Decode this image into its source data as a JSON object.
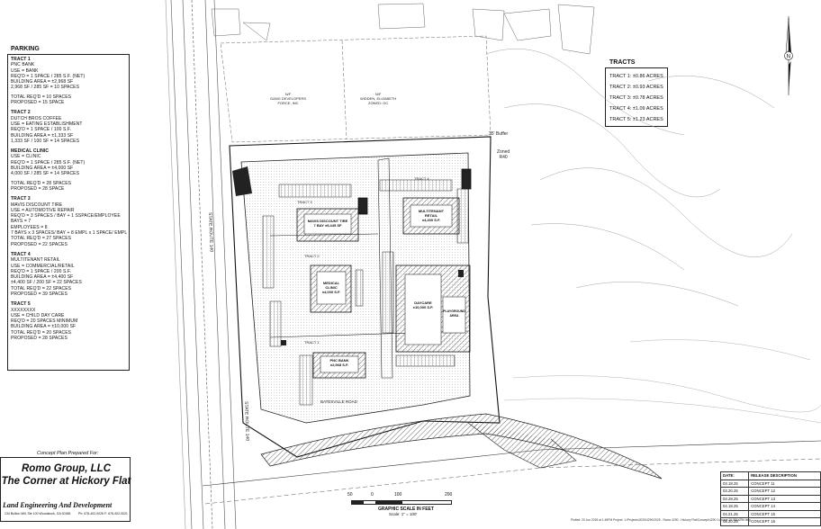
{
  "parking": {
    "title": "PARKING",
    "sections": [
      {
        "lines": [
          "TRACT 1",
          "PNC BANK",
          "USE = BANK",
          "REQ'D = 1 SPACE / 285 S.F. (NET)",
          "BUILDING AREA = ±2,968 SF",
          "2,968 SF / 285 SF = 10 SPACES",
          "",
          "TOTAL REQ'D = 10 SPACES",
          "PROPOSED = 15 SPACE"
        ]
      },
      {
        "lines": [
          "TRACT 2",
          "DUTCH BROS COFFEE",
          "USE = EATING ESTABLISHMENT",
          "REQ'D = 1 SPACE / 100 S.F.",
          "BUILDING AREA = ±1,333 SF",
          "1,333 SF / 100 SF = 14 SPACES"
        ]
      },
      {
        "lines": [
          "MEDICAL CLINIC",
          "USE = CLINIC",
          "REQ'D = 1 SPACE / 285 S.F. (NET)",
          "BUILDING AREA = ±4,000 SF",
          "4,000 SF / 285 SF = 14 SPACES",
          "",
          "TOTAL REQ'D = 28 SPACES",
          "PROPOSED = 28 SPACE"
        ]
      },
      {
        "lines": [
          "TRACT 3",
          "MAVIS DISCOUNT TIRE",
          "USE = AUTOMOTIVE REPAIR",
          "REQ'D = 3 SPACES / BAY + 1 SSPACE/EMPLOYEE",
          "BAYS = 7",
          "EMPLOYEES = 8",
          "7 BAYS x 3 SPACES/ BAY + 8 EMPL x 1 SPACE/ EMPL",
          "TOTAL REQ'D = 27 SPACES",
          "PROPOSED = 22 SPACES"
        ]
      },
      {
        "lines": [
          "TRACT 4",
          "MULTITENANT RETAIL",
          "USE = COMMERCIAL/RETAIL",
          "REQ'D = 1 SPACE / 200 S.F.",
          "BUILDING AREA = ±4,400 SF",
          "±4,400 SF / 200 SF = 22 SPACES",
          "TOTAL REQ'D = 22 SPACES",
          "PROPOSED = 39 SPACES"
        ]
      },
      {
        "lines": [
          "TRACT 5",
          "XXXXXXXX",
          "USE = CHILD DAY CARE",
          "REQ'D = 20 SPACES MINIMUM",
          "BUILDING AREA = ±10,000 SF",
          "TOTAL REQ'D = 20 SPACES",
          "PROPOSED = 28 SPACES"
        ]
      }
    ]
  },
  "tracts": {
    "title": "TRACTS",
    "items": [
      "TRACT 1: ±0.86 ACRES",
      "TRACT 2: ±0.93 ACRES",
      "TRACT 3: ±0.78 ACRES",
      "TRACT 4: ±1.09 ACRES",
      "TRACT 5: ±1.23 ACRES"
    ]
  },
  "title_block": {
    "prepared_for": "Concept Plan Prepared For:",
    "client": "Romo Group, LLC",
    "project": "The Corner at Hickory Flat",
    "firm": "Land Engineering And Development",
    "address": "134 Bullion Mill, Ste 100  Woodstock, GA 30188",
    "phone": "Ph: 678-402-0026  F: 678-402-0021"
  },
  "release_table": {
    "headers": [
      "DATE:",
      "RELEASE DESCRIPTION"
    ],
    "rows": [
      [
        "03.18.25",
        "CONCEPT 11"
      ],
      [
        "03.20.25",
        "CONCEPT 12"
      ],
      [
        "03.28.25",
        "CONCEPT 13"
      ],
      [
        "04.18.25",
        "CONCEPT 14"
      ],
      [
        "04.21.25",
        "CONCEPT 15"
      ],
      [
        "05.20.25",
        "CONCEPT 16"
      ]
    ]
  },
  "scale": {
    "ticks": [
      "50",
      "0",
      "100",
      "200"
    ],
    "title": "GRAPHIC SCALE   IN FEET",
    "subtitle": "Scale: 1\" = 100'"
  },
  "plot_note": "Plotted: 20 Jun 2025 at 1:45PM   Project: 1:\\Projects\\2025\\4290\\2025 - Romo 4290 - Hickory Flat\\Concept\\4290 Concept 16 081a29e.dwg",
  "site": {
    "owner_1": [
      "N/F",
      "GANG DEVELOPERS",
      "FORCE, INC"
    ],
    "owner_2": [
      "N/F",
      "WIDDEN, ELIZABETH",
      "ZONED: GC"
    ],
    "buffer": "35' Buffer",
    "zoned": [
      "Zoned",
      "R40"
    ],
    "road": "BATESVILLE ROAD",
    "north": "N",
    "tract_labels": [
      "TRACT 1",
      "TRACT 2",
      "TRACT 3",
      "TRACT 4"
    ],
    "buildings": {
      "mavis": [
        "MAVIS DISCOUNT TIRE",
        "7 BAY ±5,445 SF"
      ],
      "retail": [
        "MULTITENANT",
        "RETAIL",
        "±4,400 S.F."
      ],
      "clinic": [
        "MEDICAL",
        "CLINIC",
        "±4,000 S.F."
      ],
      "daycare": [
        "DAYCARE",
        "±10,000 S.F."
      ],
      "bank": [
        "PNC BANK",
        "±2,968 S.F."
      ],
      "playground": [
        "PLAYGROUND",
        "AREA"
      ]
    },
    "hwy": "STATE ROUTE 140"
  }
}
